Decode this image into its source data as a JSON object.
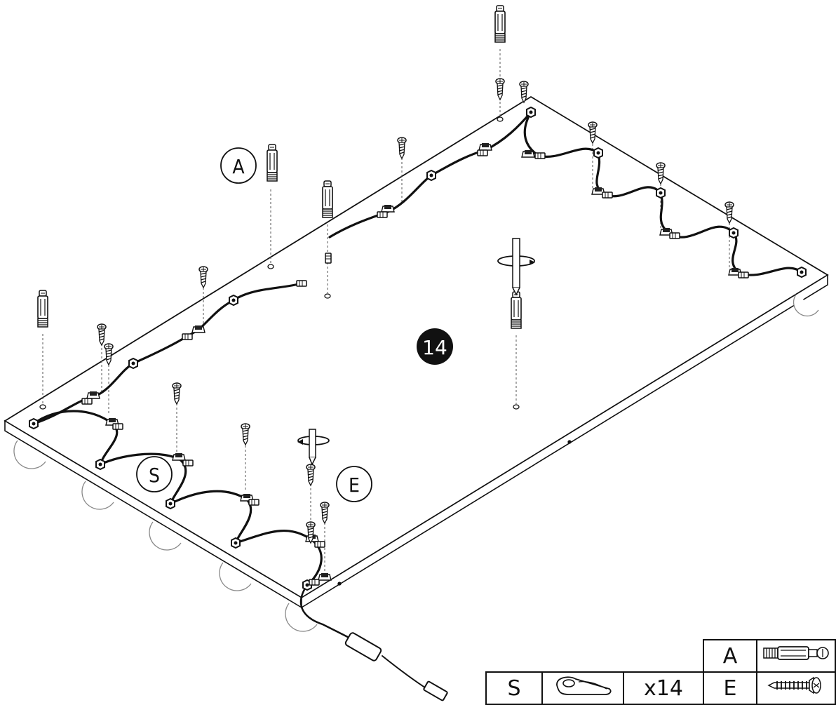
{
  "step_number": "14",
  "callouts": {
    "a": "A",
    "s": "S",
    "e": "E"
  },
  "parts_table": {
    "rows": [
      {
        "letter": "A",
        "part": "cam-dowel-icon",
        "quantity": ""
      },
      {
        "letter": "S",
        "part": "cable-clip-icon",
        "quantity": "x14"
      },
      {
        "letter": "E",
        "part": "screw-icon",
        "quantity": ""
      }
    ]
  }
}
